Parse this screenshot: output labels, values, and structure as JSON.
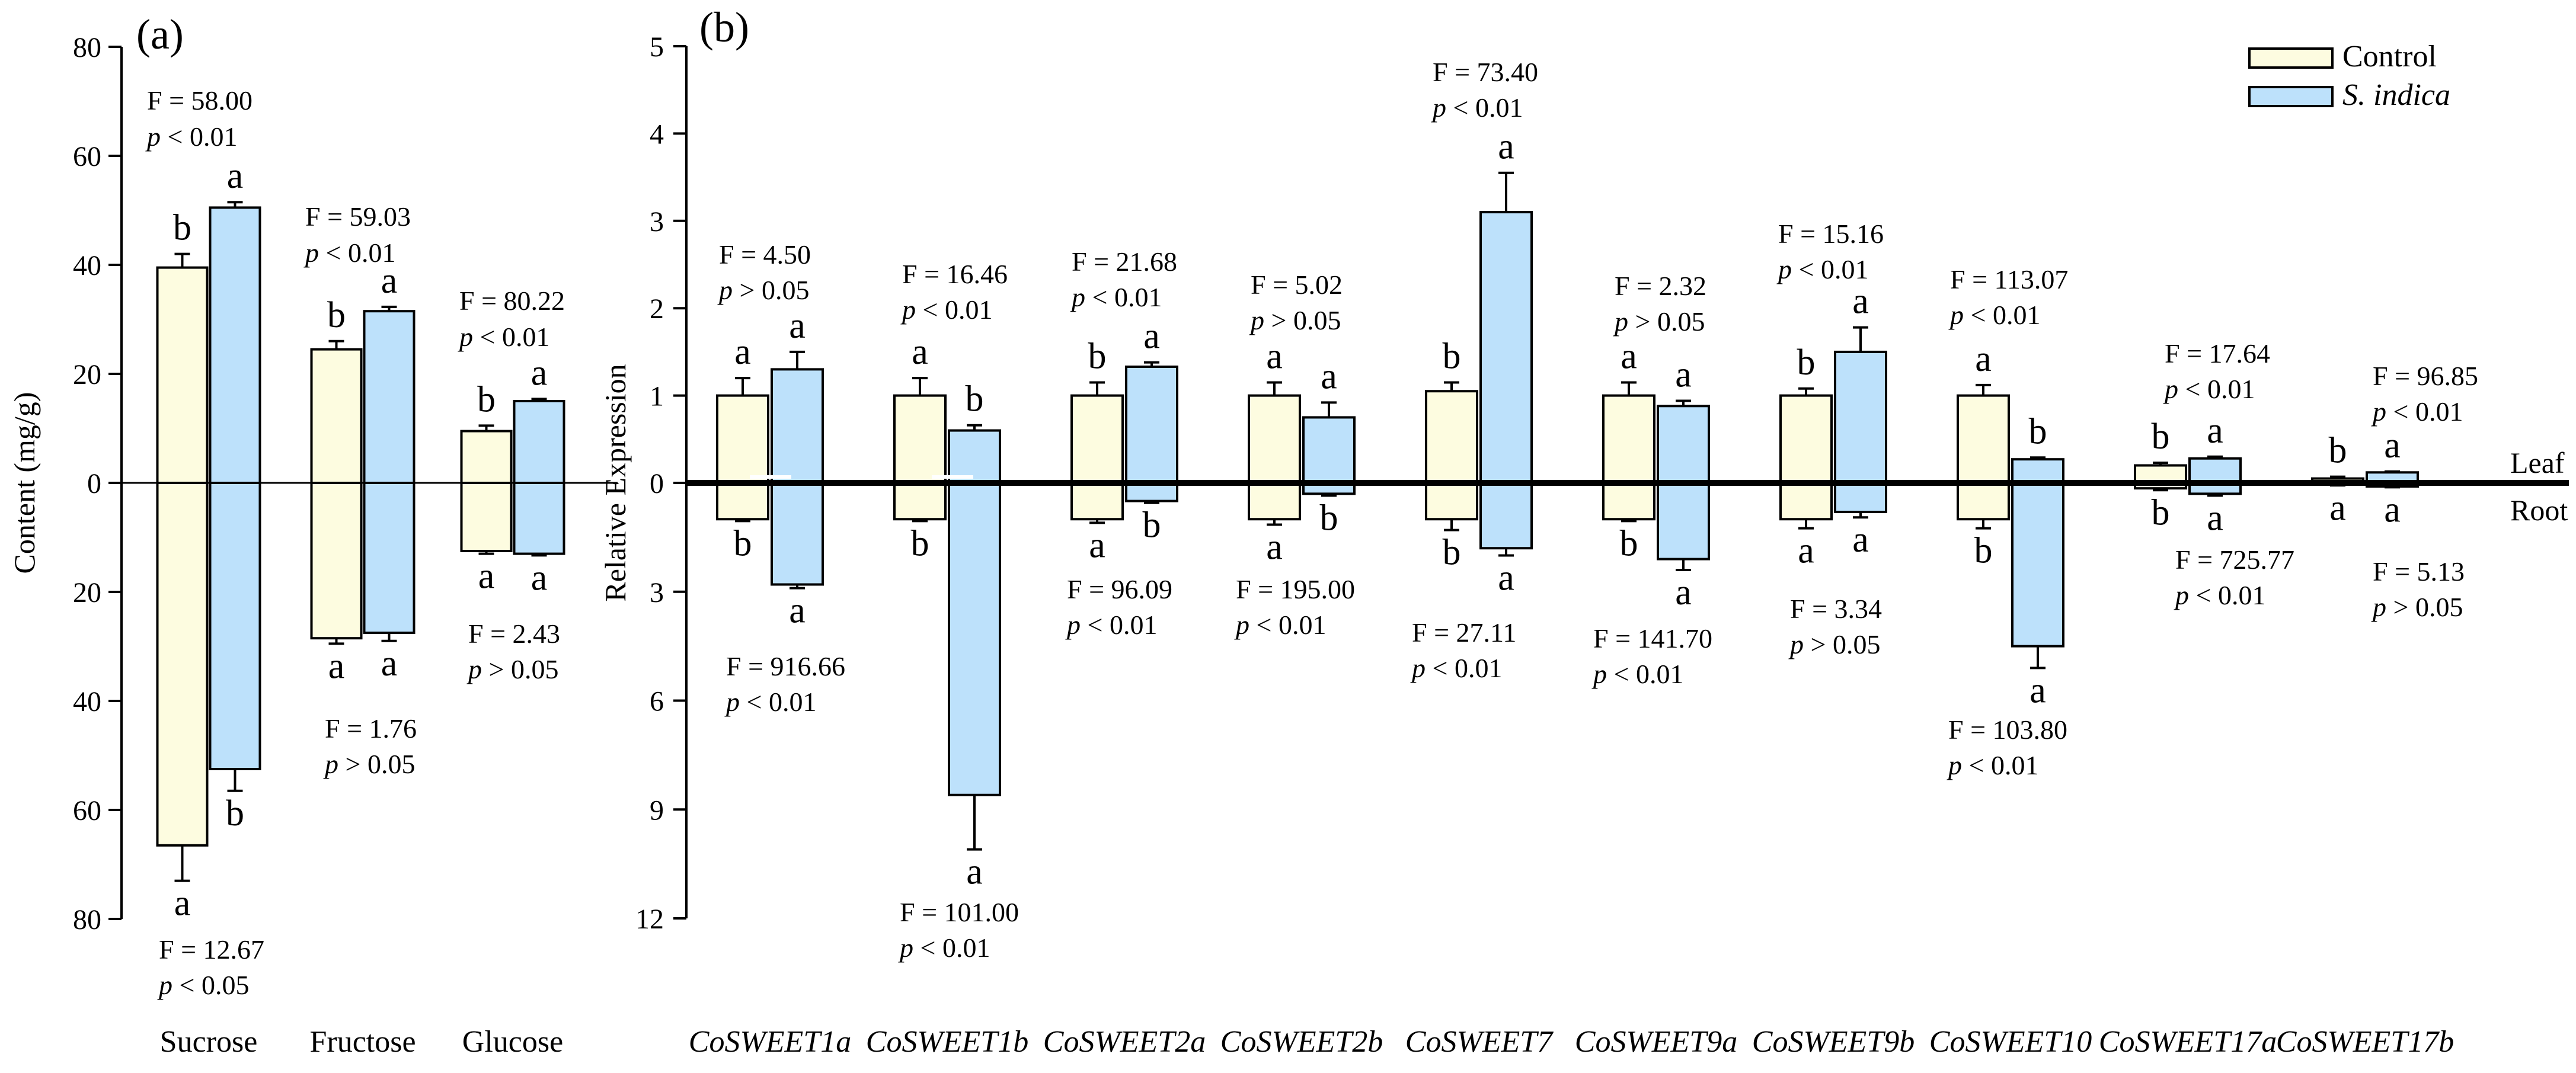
{
  "colors": {
    "control": "#fdfce0",
    "s_indica": "#bde1fb",
    "stroke": "#000000"
  },
  "chart_data": [
    {
      "type": "bar",
      "panel": "(a)",
      "ylabel": "Content (mg/g)",
      "ylim": [
        -80,
        80
      ],
      "y_ticks": [
        80,
        60,
        40,
        20,
        0,
        -20,
        -40,
        -60,
        -80
      ],
      "y_tick_labels": [
        "80",
        "60",
        "40",
        "20",
        "0",
        "20",
        "40",
        "60",
        "80"
      ],
      "grid": false,
      "categories": [
        "Sucrose",
        "Fructose",
        "Glucose"
      ],
      "series": [
        {
          "name": "Control",
          "leaf": [
            39.5,
            24.5,
            9.5
          ],
          "leaf_err": [
            2.5,
            1.5,
            1.0
          ],
          "root": [
            -66.5,
            -28.5,
            -12.5
          ],
          "root_err": [
            6.5,
            1.0,
            0.5
          ],
          "leaf_letters": [
            "b",
            "b",
            "b"
          ],
          "root_letters": [
            "a",
            "a",
            "a"
          ]
        },
        {
          "name": "S. indica",
          "leaf": [
            50.5,
            31.5,
            15.0
          ],
          "leaf_err": [
            1.0,
            0.8,
            0.4
          ],
          "root": [
            -52.5,
            -27.5,
            -13.0
          ],
          "root_err": [
            4.0,
            1.5,
            0.3
          ],
          "leaf_letters": [
            "a",
            "a",
            "a"
          ],
          "root_letters": [
            "b",
            "a",
            "a"
          ]
        }
      ],
      "stats_leaf": [
        {
          "f": "F = 58.00",
          "p": "p < 0.01"
        },
        {
          "f": "F = 59.03",
          "p": "p < 0.01"
        },
        {
          "f": "F = 80.22",
          "p": "p < 0.01"
        }
      ],
      "stats_root": [
        {
          "f": "F = 12.67",
          "p": "p < 0.05"
        },
        {
          "f": "F = 1.76",
          "p": "p > 0.05"
        },
        {
          "f": "F = 2.43",
          "p": "p > 0.05"
        }
      ]
    },
    {
      "type": "bar",
      "panel": "(b)",
      "ylabel": "Relative Expression",
      "y_ticks_top": [
        5,
        4,
        3,
        2,
        1,
        0
      ],
      "y_ticks_bottom": [
        3,
        6,
        9,
        12
      ],
      "ylim_top": [
        0,
        5
      ],
      "ylim_bottom": [
        0,
        12
      ],
      "grid": false,
      "legend_position": "top-right",
      "side_labels": [
        "Leaf",
        "Root"
      ],
      "categories": [
        "CoSWEET1a",
        "CoSWEET1b",
        "CoSWEET2a",
        "CoSWEET2b",
        "CoSWEET7",
        "CoSWEET9a",
        "CoSWEET9b",
        "CoSWEET10",
        "CoSWEET17a",
        "CoSWEET17b"
      ],
      "series": [
        {
          "name": "Control",
          "leaf": [
            1.0,
            1.0,
            1.0,
            1.0,
            1.05,
            1.0,
            1.0,
            1.0,
            0.2,
            0.05
          ],
          "leaf_err": [
            0.2,
            0.2,
            0.15,
            0.15,
            0.1,
            0.15,
            0.08,
            0.12,
            0.03,
            0.02
          ],
          "root": [
            1.0,
            1.0,
            1.0,
            1.0,
            1.0,
            1.0,
            1.0,
            1.0,
            0.15,
            0.05
          ],
          "root_err": [
            0.05,
            0.05,
            0.1,
            0.15,
            0.3,
            0.05,
            0.25,
            0.25,
            0.05,
            0.02
          ],
          "leaf_letters": [
            "a",
            "a",
            "b",
            "a",
            "b",
            "a",
            "b",
            "a",
            "b",
            "b"
          ],
          "root_letters": [
            "b",
            "b",
            "a",
            "a",
            "b",
            "b",
            "a",
            "b",
            "b",
            "a"
          ]
        },
        {
          "name": "S. indica",
          "leaf": [
            1.3,
            0.6,
            1.33,
            0.75,
            3.1,
            0.88,
            1.5,
            0.27,
            0.28,
            0.12
          ],
          "leaf_err": [
            0.2,
            0.06,
            0.05,
            0.17,
            0.45,
            0.06,
            0.28,
            0.02,
            0.02,
            0.01
          ],
          "root": [
            2.8,
            8.6,
            0.5,
            0.3,
            1.8,
            2.1,
            0.8,
            4.5,
            0.3,
            0.1
          ],
          "root_err": [
            0.1,
            1.5,
            0.05,
            0.05,
            0.2,
            0.3,
            0.15,
            0.6,
            0.05,
            0.02
          ],
          "leaf_letters": [
            "a",
            "b",
            "a",
            "a",
            "a",
            "a",
            "a",
            "b",
            "a",
            "a"
          ],
          "root_letters": [
            "a",
            "a",
            "b",
            "b",
            "a",
            "a",
            "a",
            "a",
            "a",
            "a"
          ]
        }
      ],
      "stats_leaf": [
        {
          "f": "F = 4.50",
          "p": "p > 0.05"
        },
        {
          "f": "F = 16.46",
          "p": "p < 0.01"
        },
        {
          "f": "F = 21.68",
          "p": "p < 0.01"
        },
        {
          "f": "F = 5.02",
          "p": "p > 0.05"
        },
        {
          "f": "F = 73.40",
          "p": "p < 0.01"
        },
        {
          "f": "F = 2.32",
          "p": "p > 0.05"
        },
        {
          "f": "F = 15.16",
          "p": "p < 0.01"
        },
        {
          "f": "F = 113.07",
          "p": "p < 0.01"
        },
        {
          "f": "F = 17.64",
          "p": "p < 0.01"
        },
        {
          "f": "F = 96.85",
          "p": "p < 0.01"
        }
      ],
      "stats_root": [
        {
          "f": "F = 916.66",
          "p": "p < 0.01"
        },
        {
          "f": "F = 101.00",
          "p": "p < 0.01"
        },
        {
          "f": "F = 96.09",
          "p": "p < 0.01"
        },
        {
          "f": "F = 195.00",
          "p": "p < 0.01"
        },
        {
          "f": "F = 27.11",
          "p": "p < 0.01"
        },
        {
          "f": "F = 141.70",
          "p": "p < 0.01"
        },
        {
          "f": "F = 3.34",
          "p": "p > 0.05"
        },
        {
          "f": "F = 103.80",
          "p": "p < 0.01"
        },
        {
          "f": "F = 725.77",
          "p": "p < 0.01"
        },
        {
          "f": "F = 5.13",
          "p": "p > 0.05"
        }
      ]
    }
  ]
}
